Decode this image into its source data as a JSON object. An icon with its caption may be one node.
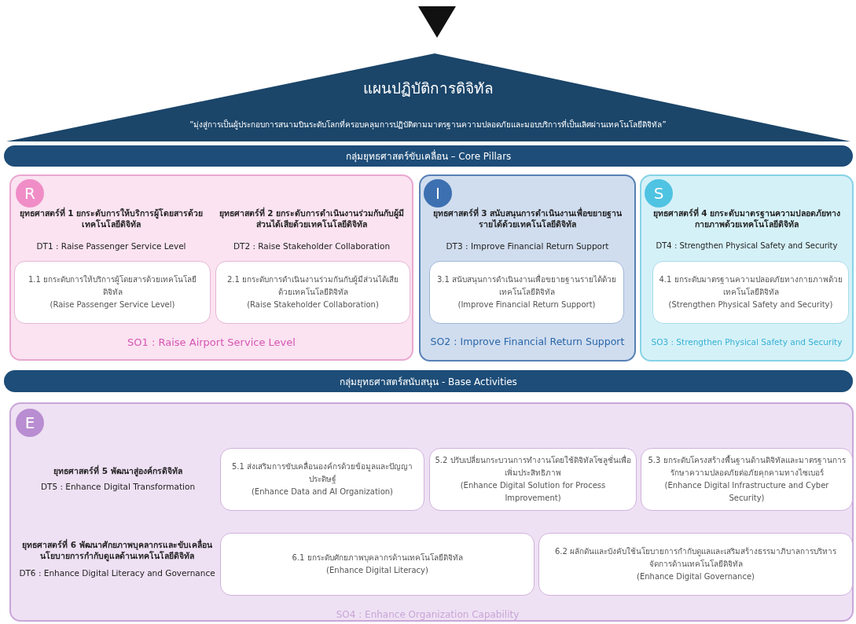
{
  "diagram": {
    "nodes": [
      {
        "text": [
          "แผนปฏิบัติการดิจิทัล",
          "“มุ่งสู่การเป็นผู้ประกอบการสนามบินระดับโลกที่ครอบคลุมการปฏิบัติตามมาตรฐานความปลอดภัยและมอบบริการที่เป็นเลิศผ่านเทคโนโลยีดิจิทัล”"
        ]
      },
      {
        "text": [
          "กลุ่มยุทธศาสตร์ขับเคลื่อน – Core Pillars"
        ]
      },
      {
        "text": [
          "ยุทธศาสตร์ที่ 1 ยกระดับการให้บริการผู้โดยสารด้วยเทคโนโลยีดิจิทัล",
          "DT1 : Raise Passenger Service Level",
          "ยุทธศาสตร์ที่ 2 ยกระดับการดำเนินงานร่วมกันกับผู้มีส่วนได้เสียด้วยเทคโนโลยีดิจิทัล",
          "DT2 : Raise Stakeholder Collaboration",
          "SO1 : Raise Airport Service Level"
        ]
      },
      {
        "text": [
          "R"
        ],
        "in": 2
      },
      {
        "text": [
          "1.1 ยกระดับการให้บริการผู้โดยสารด้วยเทคโนโลยีดิจิทัล",
          "(Raise Passenger Service Level)"
        ],
        "in": 2
      },
      {
        "text": [
          "2.1 ยกระดับการดำเนินงานร่วมกันกับผู้มีส่วนได้เสียด้วยเทคโนโลยีดิจิทัล",
          "(Raise Stakeholder Collaboration)"
        ],
        "in": 2
      },
      {
        "text": [
          "ยุทธศาสตร์ที่ 3 สนับสนุนการดำเนินงานเพื่อขยายฐานรายได้ด้วยเทคโนโลยีดิจิทัล",
          "DT3 : Improve Financial Return Support",
          "SO2 : Improve Financial Return Support"
        ]
      },
      {
        "text": [
          "I"
        ],
        "in": 6
      },
      {
        "text": [
          "3.1 สนับสนุนการดำเนินงานเพื่อขยายฐานรายได้ด้วยเทคโนโลยีดิจิทัล",
          "(Improve Financial Return Support)"
        ],
        "in": 6
      },
      {
        "text": [
          "ยุทธศาสตร์ที่ 4 ยกระดับมาตรฐานความปลอดภัยทางกายภาพด้วยเทคโนโลยีดิจิทัล",
          "DT4 : Strengthen Physical Safety and Security",
          "SO3 : Strengthen Physical Safety and Security"
        ]
      },
      {
        "text": [
          "S"
        ],
        "in": 9
      },
      {
        "text": [
          "4.1 ยกระดับมาตรฐานความปลอดภัยทางกายภาพด้วยเทคโนโลยีดิจิทัล",
          "(Strengthen Physical Safety and Security)"
        ],
        "in": 9
      },
      {
        "text": [
          "กลุ่มยุทธศาสตร์สนับสนุน - Base Activities"
        ]
      },
      {
        "text": [
          "ยุทธศาสตร์ที่ 5 พัฒนาสู่องค์กรดิจิทัล",
          "DT5 : Enhance Digital Transformation",
          "ยุทธศาสตร์ที่ 6 พัฒนาศักยภาพบุคลากรและขับเคลื่อนนโยบายการกำกับดูแลด้านเทคโนโลยีดิจิทัล",
          "DT6 : Enhance Digital Literacy and Governance",
          "SO4 : Enhance Organization Capability"
        ]
      },
      {
        "text": [
          "E"
        ],
        "in": 13
      },
      {
        "text": [
          "5.1 ส่งเสริมการขับเคลื่อนองค์กรด้วยข้อมูลและปัญญาประดิษฐ์",
          "(Enhance Data and AI Organization)"
        ],
        "in": 13
      },
      {
        "text": [
          "5.2 ปรับเปลี่ยนกระบวนการทำงานโดยใช้ดิจิทัลโซลูชั่นเพื่อเพิ่มประสิทธิภาพ",
          "(Enhance Digital Solution for Process Improvement)"
        ],
        "in": 13
      },
      {
        "text": [
          "5.3 ยกระดับโครงสร้างพื้นฐานด้านดิจิทัลและมาตรฐานการรักษาความปลอดภัยต่อภัยคุกคามทางไซเบอร์",
          "(Enhance Digital Infrastructure and Cyber Security)"
        ],
        "in": 13
      },
      {
        "text": [
          "6.1 ยกระดับศักยภาพบุคลากรด้านเทคโนโลยีดิจิทัล",
          "(Enhance Digital Literacy)"
        ],
        "in": 13
      },
      {
        "text": [
          "6.2 ผลักดันและบังคับใช้นโยบายการกำกับดูแลและเสริมสร้างธรรมาภิบาลการบริหารจัดการด้านเทคโนโลยีดิจิทัล",
          "(Enhance Digital Governance)"
        ],
        "in": 13
      }
    ]
  }
}
